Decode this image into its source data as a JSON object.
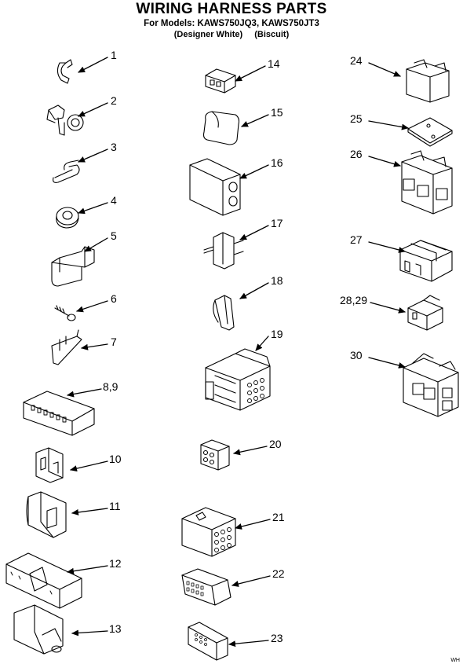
{
  "header": {
    "title": "WIRING HARNESS PARTS",
    "models_line": "For Models: KAWS750JQ3, KAWS750JT3",
    "variant_1": "(Designer White)",
    "variant_2": "(Biscuit)"
  },
  "parts": [
    {
      "id": "p1",
      "label": "1"
    },
    {
      "id": "p2",
      "label": "2"
    },
    {
      "id": "p3",
      "label": "3"
    },
    {
      "id": "p4",
      "label": "4"
    },
    {
      "id": "p5",
      "label": "5"
    },
    {
      "id": "p6",
      "label": "6"
    },
    {
      "id": "p7",
      "label": "7"
    },
    {
      "id": "p8",
      "label": "8,9"
    },
    {
      "id": "p10",
      "label": "10"
    },
    {
      "id": "p11",
      "label": "11"
    },
    {
      "id": "p12",
      "label": "12"
    },
    {
      "id": "p13",
      "label": "13"
    },
    {
      "id": "p14",
      "label": "14"
    },
    {
      "id": "p15",
      "label": "15"
    },
    {
      "id": "p16",
      "label": "16"
    },
    {
      "id": "p17",
      "label": "17"
    },
    {
      "id": "p18",
      "label": "18"
    },
    {
      "id": "p19",
      "label": "19"
    },
    {
      "id": "p20",
      "label": "20"
    },
    {
      "id": "p21",
      "label": "21"
    },
    {
      "id": "p22",
      "label": "22"
    },
    {
      "id": "p23",
      "label": "23"
    },
    {
      "id": "p24",
      "label": "24"
    },
    {
      "id": "p25",
      "label": "25"
    },
    {
      "id": "p26",
      "label": "26"
    },
    {
      "id": "p27",
      "label": "27"
    },
    {
      "id": "p28",
      "label": "28,29"
    },
    {
      "id": "p30",
      "label": "30"
    }
  ],
  "corner_code": "WH"
}
